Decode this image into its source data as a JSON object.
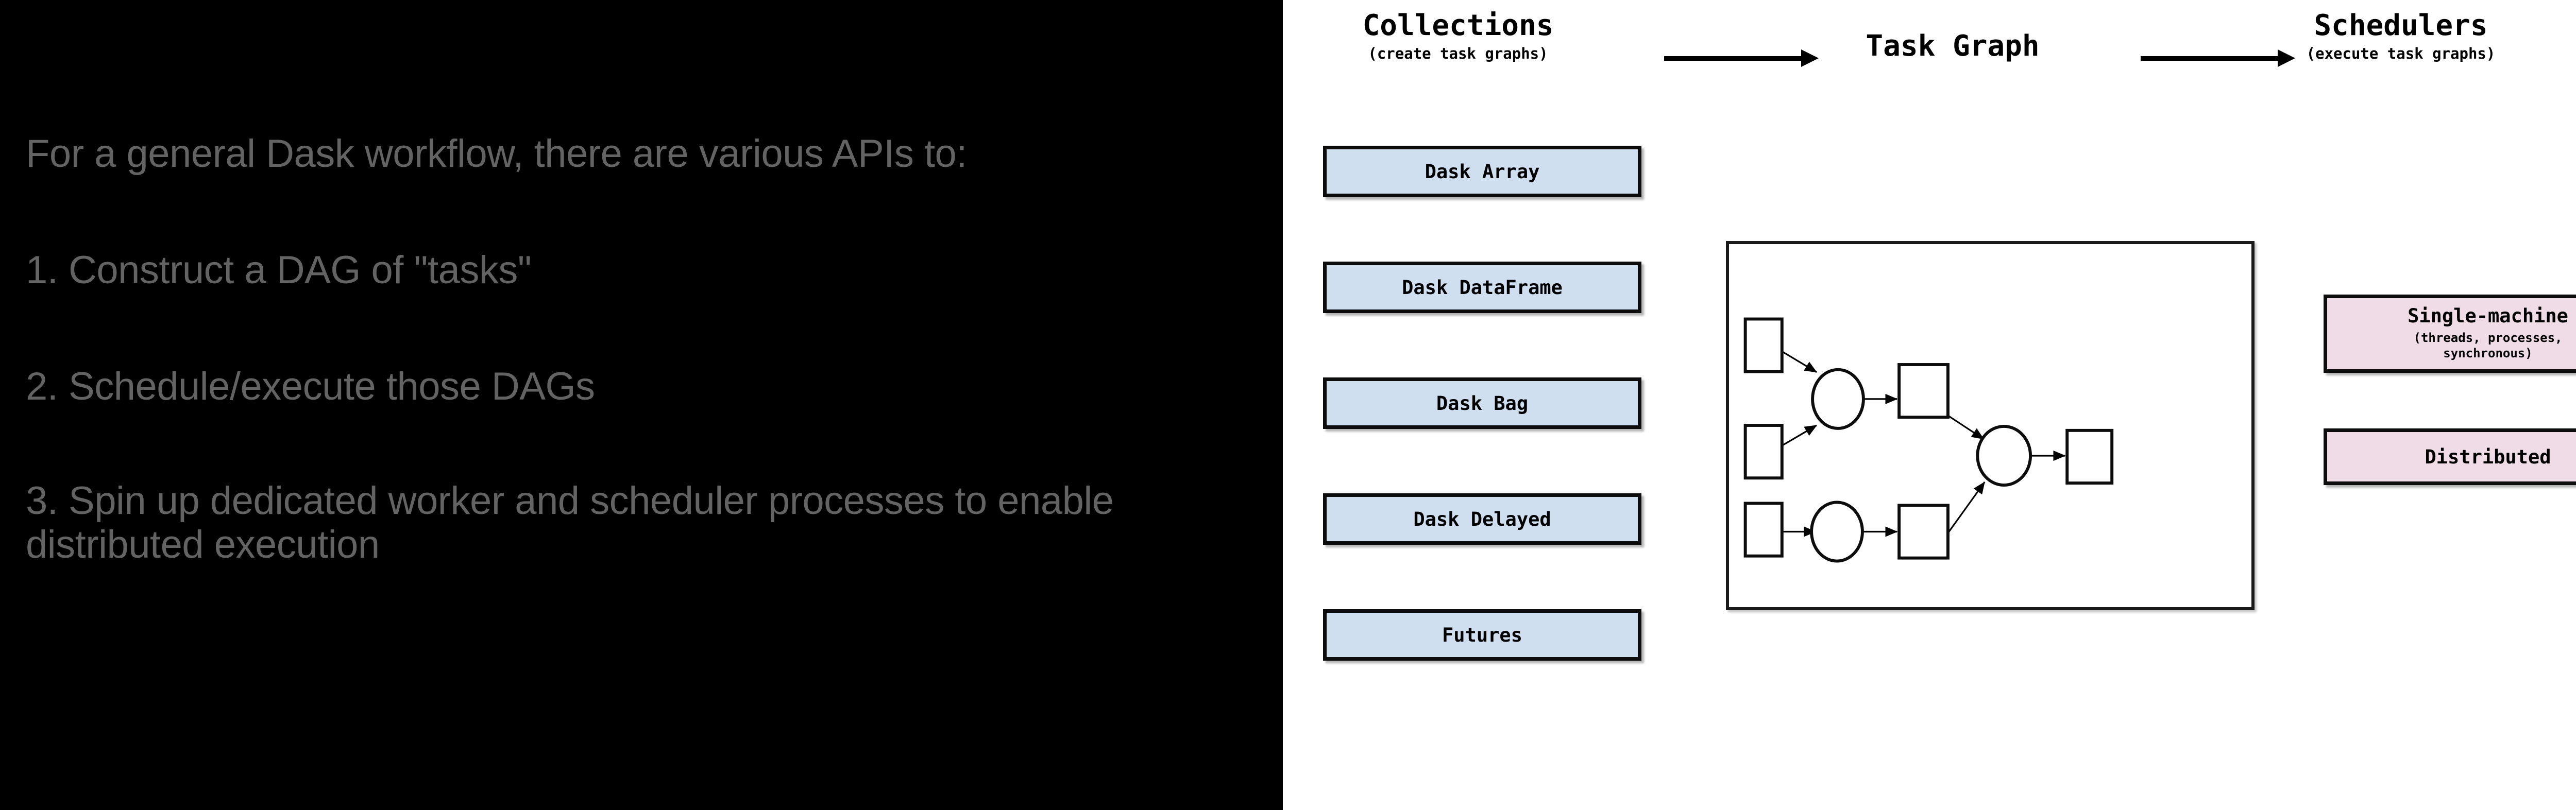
{
  "slide": {
    "background_color": "#000000",
    "text_color": "#636363",
    "intro": "For a general Dask workflow, there are various APIs to:",
    "bullets": [
      "1. Construct a DAG of \"tasks\"",
      "2. Schedule/execute those DAGs",
      "3. Spin up dedicated worker and scheduler processes to enable\ndistributed execution"
    ]
  },
  "diagram": {
    "background_color": "#ffffff",
    "columns": [
      {
        "title": "Collections",
        "subtitle": "(create task graphs)"
      },
      {
        "title": "Task Graph",
        "subtitle": ""
      },
      {
        "title": "Schedulers",
        "subtitle": "(execute task graphs)"
      }
    ],
    "collections": {
      "fill_color": "#cfdff0",
      "border_color": "#0d0d0d",
      "items": [
        {
          "label": "Dask Array"
        },
        {
          "label": "Dask DataFrame"
        },
        {
          "label": "Dask Bag"
        },
        {
          "label": "Dask Delayed"
        },
        {
          "label": "Futures"
        }
      ]
    },
    "schedulers": {
      "fill_color": "#efdce6",
      "border_color": "#0d0d0d",
      "items": [
        {
          "label": "Single-machine",
          "sublabel": "(threads, processes,\nsynchronous)"
        },
        {
          "label": "Distributed",
          "sublabel": ""
        }
      ]
    },
    "task_graph": {
      "border_color": "#1a1a1a",
      "fill_color": "#ffffff",
      "node_shapes": [
        "square",
        "circle"
      ],
      "squares": 6,
      "circles": 3,
      "edges": 8
    }
  }
}
